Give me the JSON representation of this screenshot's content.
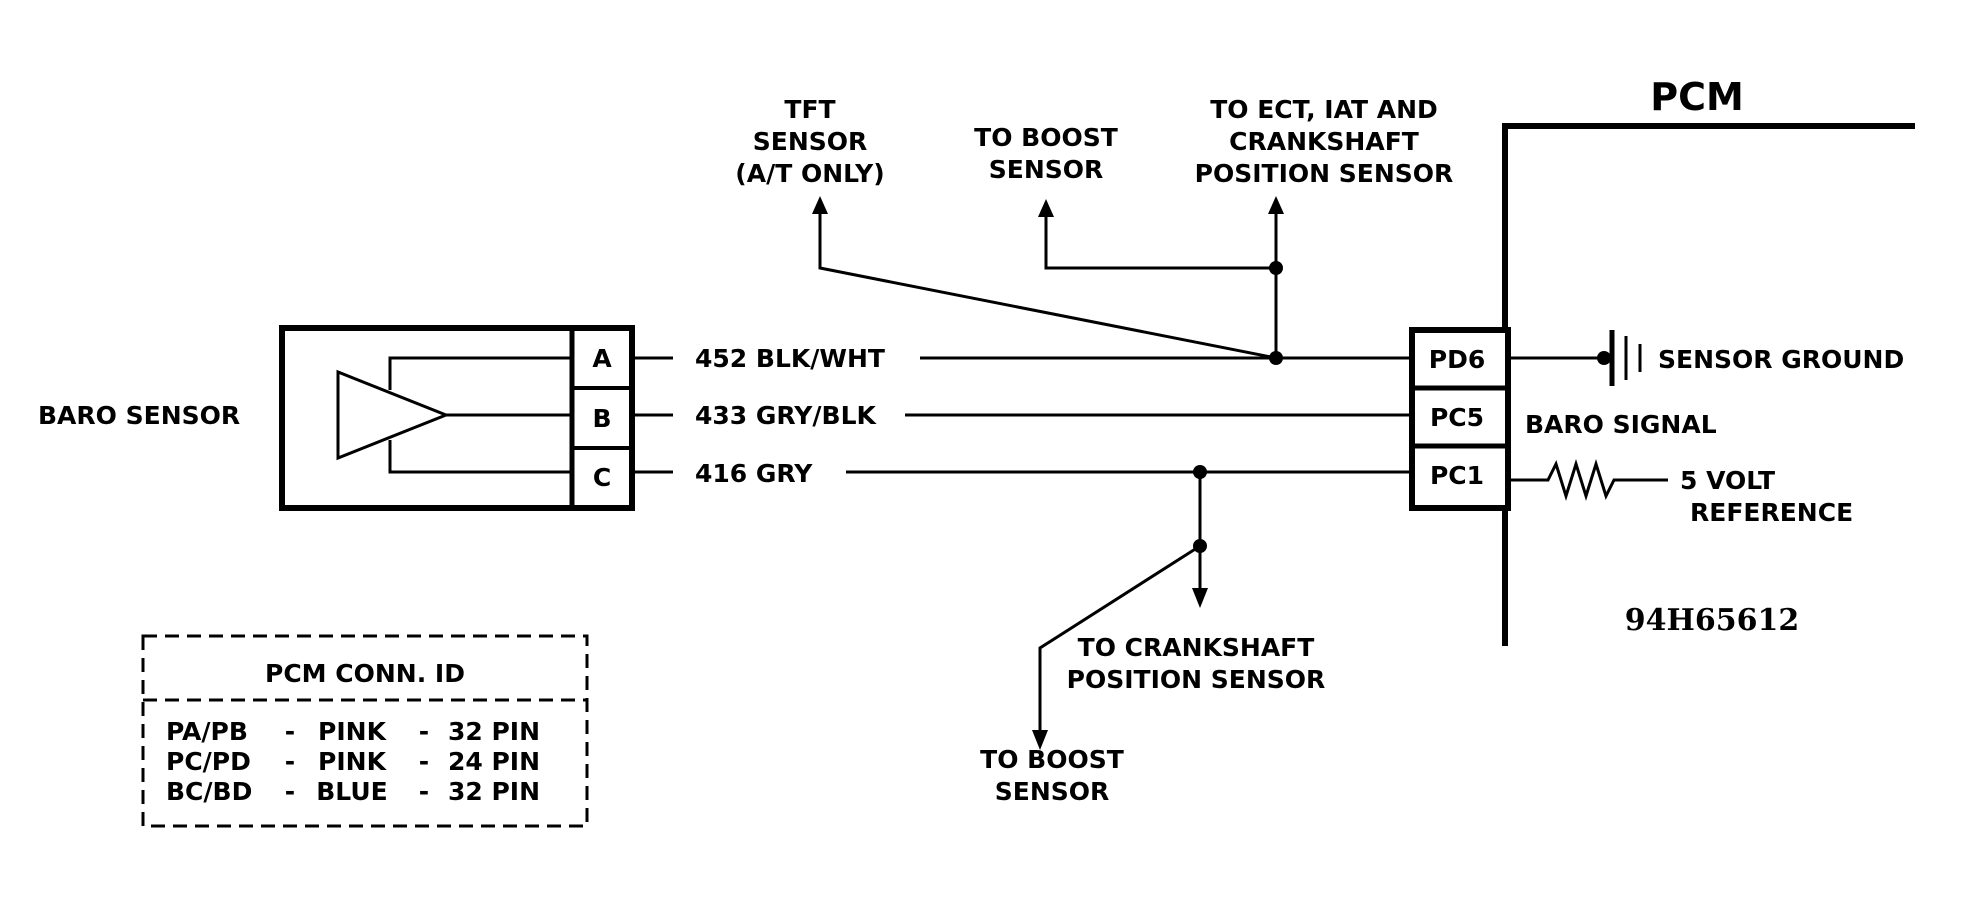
{
  "pcm": {
    "title": "PCM"
  },
  "baro_sensor": {
    "label": "BARO SENSOR",
    "pins": [
      "A",
      "B",
      "C"
    ]
  },
  "wires": [
    {
      "circuit": "452 BLK/WHT"
    },
    {
      "circuit": "433 GRY/BLK"
    },
    {
      "circuit": "416 GRY"
    }
  ],
  "pcm_pins": [
    "PD6",
    "PC5",
    "PC1"
  ],
  "pcm_functions": {
    "pd6": "SENSOR GROUND",
    "pc5": "BARO SIGNAL",
    "pc1_line1": "5 VOLT",
    "pc1_line2": "REFERENCE"
  },
  "destinations": {
    "tft": [
      "TFT",
      "SENSOR",
      "(A/T ONLY)"
    ],
    "boost_top": [
      "TO BOOST",
      "SENSOR"
    ],
    "ect": [
      "TO ECT, IAT AND",
      "CRANKSHAFT",
      "POSITION SENSOR"
    ],
    "crank_bottom": [
      "TO CRANKSHAFT",
      "POSITION SENSOR"
    ],
    "boost_bottom": [
      "TO BOOST",
      "SENSOR"
    ]
  },
  "figure_id": "94H65612",
  "conn_table": {
    "title": "PCM CONN. ID",
    "rows": [
      {
        "conn": "PA/PB",
        "color": "PINK",
        "pins": "32 PIN"
      },
      {
        "conn": "PC/PD",
        "color": "PINK",
        "pins": "24 PIN"
      },
      {
        "conn": "BC/BD",
        "color": "BLUE",
        "pins": "32 PIN"
      }
    ],
    "dash": "-"
  }
}
